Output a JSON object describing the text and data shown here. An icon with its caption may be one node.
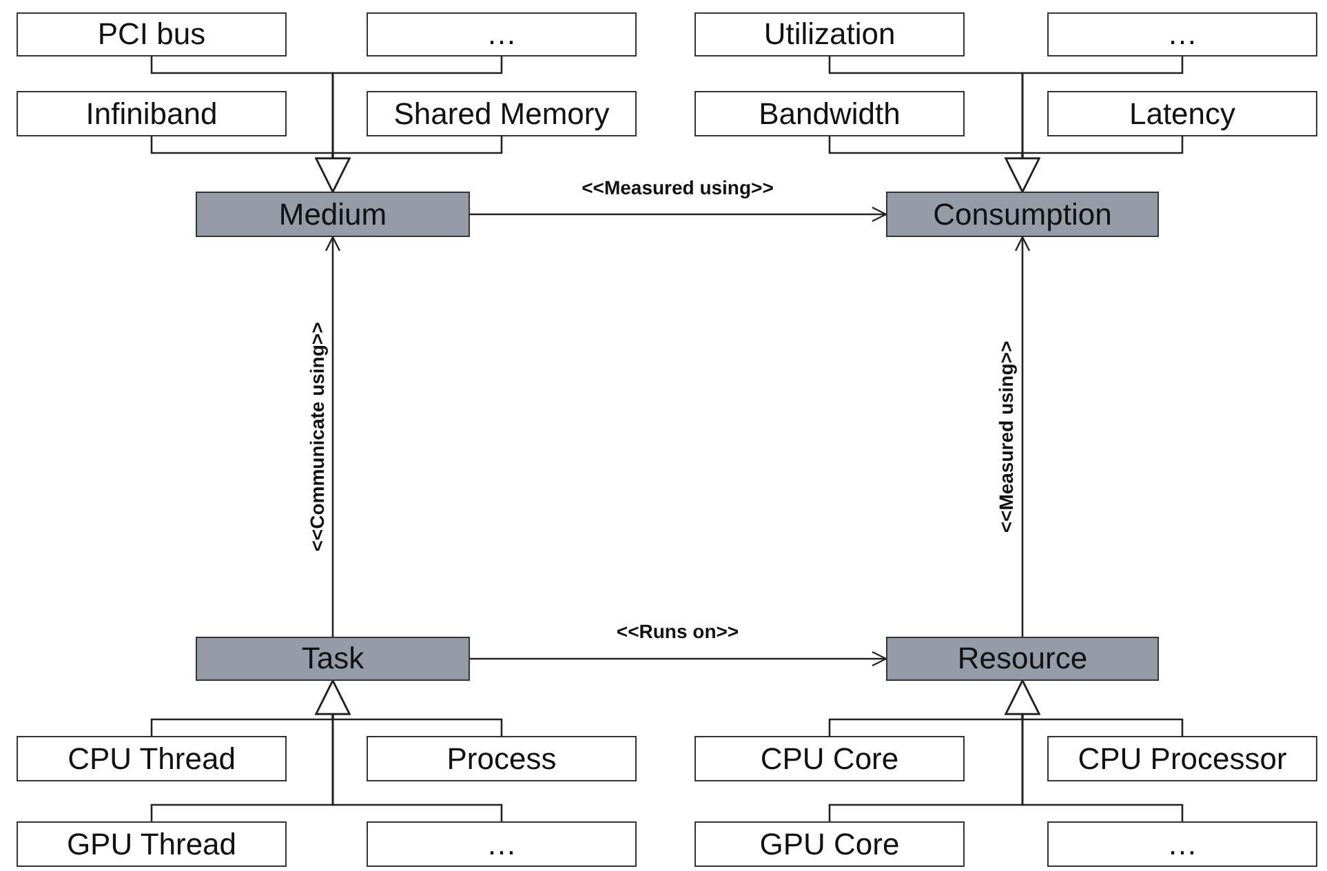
{
  "diagram": {
    "nodes": [
      {
        "text": [
          "PCI bus"
        ]
      },
      {
        "text": [
          "…"
        ]
      },
      {
        "text": [
          "Infiniband"
        ]
      },
      {
        "text": [
          "Shared Memory"
        ]
      },
      {
        "text": [
          "Utilization"
        ]
      },
      {
        "text": [
          "…"
        ]
      },
      {
        "text": [
          "Bandwidth"
        ]
      },
      {
        "text": [
          "Latency"
        ]
      },
      {
        "text": [
          "Medium"
        ]
      },
      {
        "text": [
          "Consumption"
        ]
      },
      {
        "text": [
          "Task"
        ]
      },
      {
        "text": [
          "Resource"
        ]
      },
      {
        "text": [
          "CPU Thread"
        ]
      },
      {
        "text": [
          "Process"
        ]
      },
      {
        "text": [
          "GPU Thread"
        ]
      },
      {
        "text": [
          "…"
        ]
      },
      {
        "text": [
          "CPU Core"
        ]
      },
      {
        "text": [
          "CPU Processor"
        ]
      },
      {
        "text": [
          "GPU Core"
        ]
      },
      {
        "text": [
          "…"
        ]
      }
    ],
    "edges": [
      {
        "from": 0,
        "to": 8,
        "arrow": "to"
      },
      {
        "from": 1,
        "to": 8,
        "arrow": "to"
      },
      {
        "from": 2,
        "to": 8,
        "arrow": "to"
      },
      {
        "from": 3,
        "to": 8,
        "arrow": "to"
      },
      {
        "from": 4,
        "to": 9,
        "arrow": "to"
      },
      {
        "from": 5,
        "to": 9,
        "arrow": "to"
      },
      {
        "from": 6,
        "to": 9,
        "arrow": "to"
      },
      {
        "from": 7,
        "to": 9,
        "arrow": "to"
      },
      {
        "from": 12,
        "to": 10,
        "arrow": "to"
      },
      {
        "from": 13,
        "to": 10,
        "arrow": "to"
      },
      {
        "from": 14,
        "to": 10,
        "arrow": "to"
      },
      {
        "from": 15,
        "to": 10,
        "arrow": "to"
      },
      {
        "from": 16,
        "to": 11,
        "arrow": "to"
      },
      {
        "from": 17,
        "to": 11,
        "arrow": "to"
      },
      {
        "from": 18,
        "to": 11,
        "arrow": "to"
      },
      {
        "from": 19,
        "to": 11,
        "arrow": "to"
      },
      {
        "from": 8,
        "to": 9,
        "arrow": "to",
        "label": "<<Measured using>>"
      },
      {
        "from": 10,
        "to": 8,
        "arrow": "to",
        "label": "<<Communicate using>>"
      },
      {
        "from": 10,
        "to": 11,
        "arrow": "to",
        "label": "<<Runs on>>"
      },
      {
        "from": 11,
        "to": 9,
        "arrow": "to",
        "label": "<<Measured using>>"
      }
    ]
  }
}
